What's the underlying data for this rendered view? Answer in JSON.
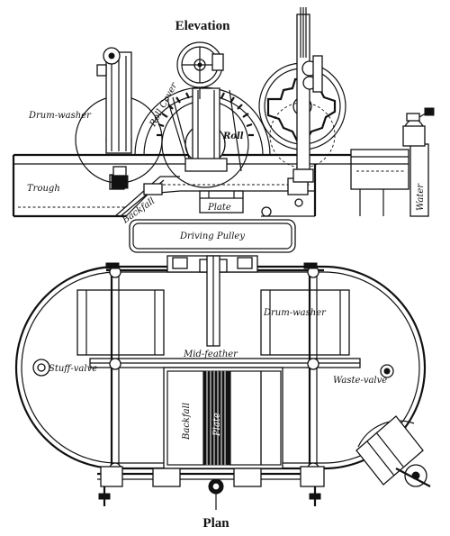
{
  "elevation": {
    "title": "Elevation",
    "labels": {
      "drum_washer": "Drum-washer",
      "roll_cover": "Roll Cover",
      "roll": "Roll",
      "trough": "Trough",
      "backfall": "Backfall",
      "plate": "Plate",
      "water": "Water"
    }
  },
  "driving_pulley": "Driving Pulley",
  "plan": {
    "title": "Plan",
    "labels": {
      "drum_washer": "Drum-washer",
      "mid_feather": "Mid-feather",
      "stuff_valve": "Stuff-valve",
      "waste_valve": "Waste-valve",
      "backfall": "Backfall",
      "plate": "Plate"
    }
  }
}
